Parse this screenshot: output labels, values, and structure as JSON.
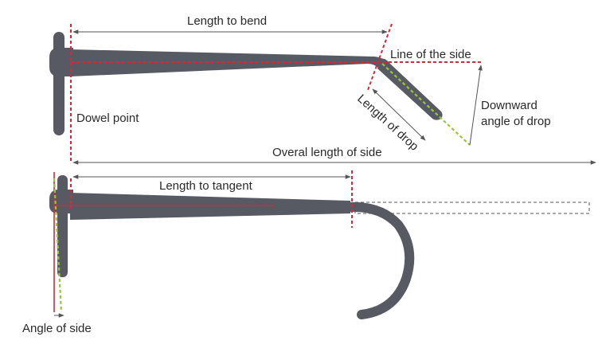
{
  "labels": {
    "length_to_bend": "Length to bend",
    "line_of_side": "Line of the side",
    "dowel_point": "Dowel point",
    "length_of_drop": "Length of drop",
    "downward_angle_line1": "Downward",
    "downward_angle_line2": "angle of drop",
    "overall_length": "Overal length of side",
    "length_to_tangent": "Length to tangent",
    "angle_of_side": "Angle of side"
  },
  "colors": {
    "frame": "#585a63",
    "reference_line": "#d6283a",
    "drop_line": "#9cc43b",
    "dimension": "#555555"
  }
}
